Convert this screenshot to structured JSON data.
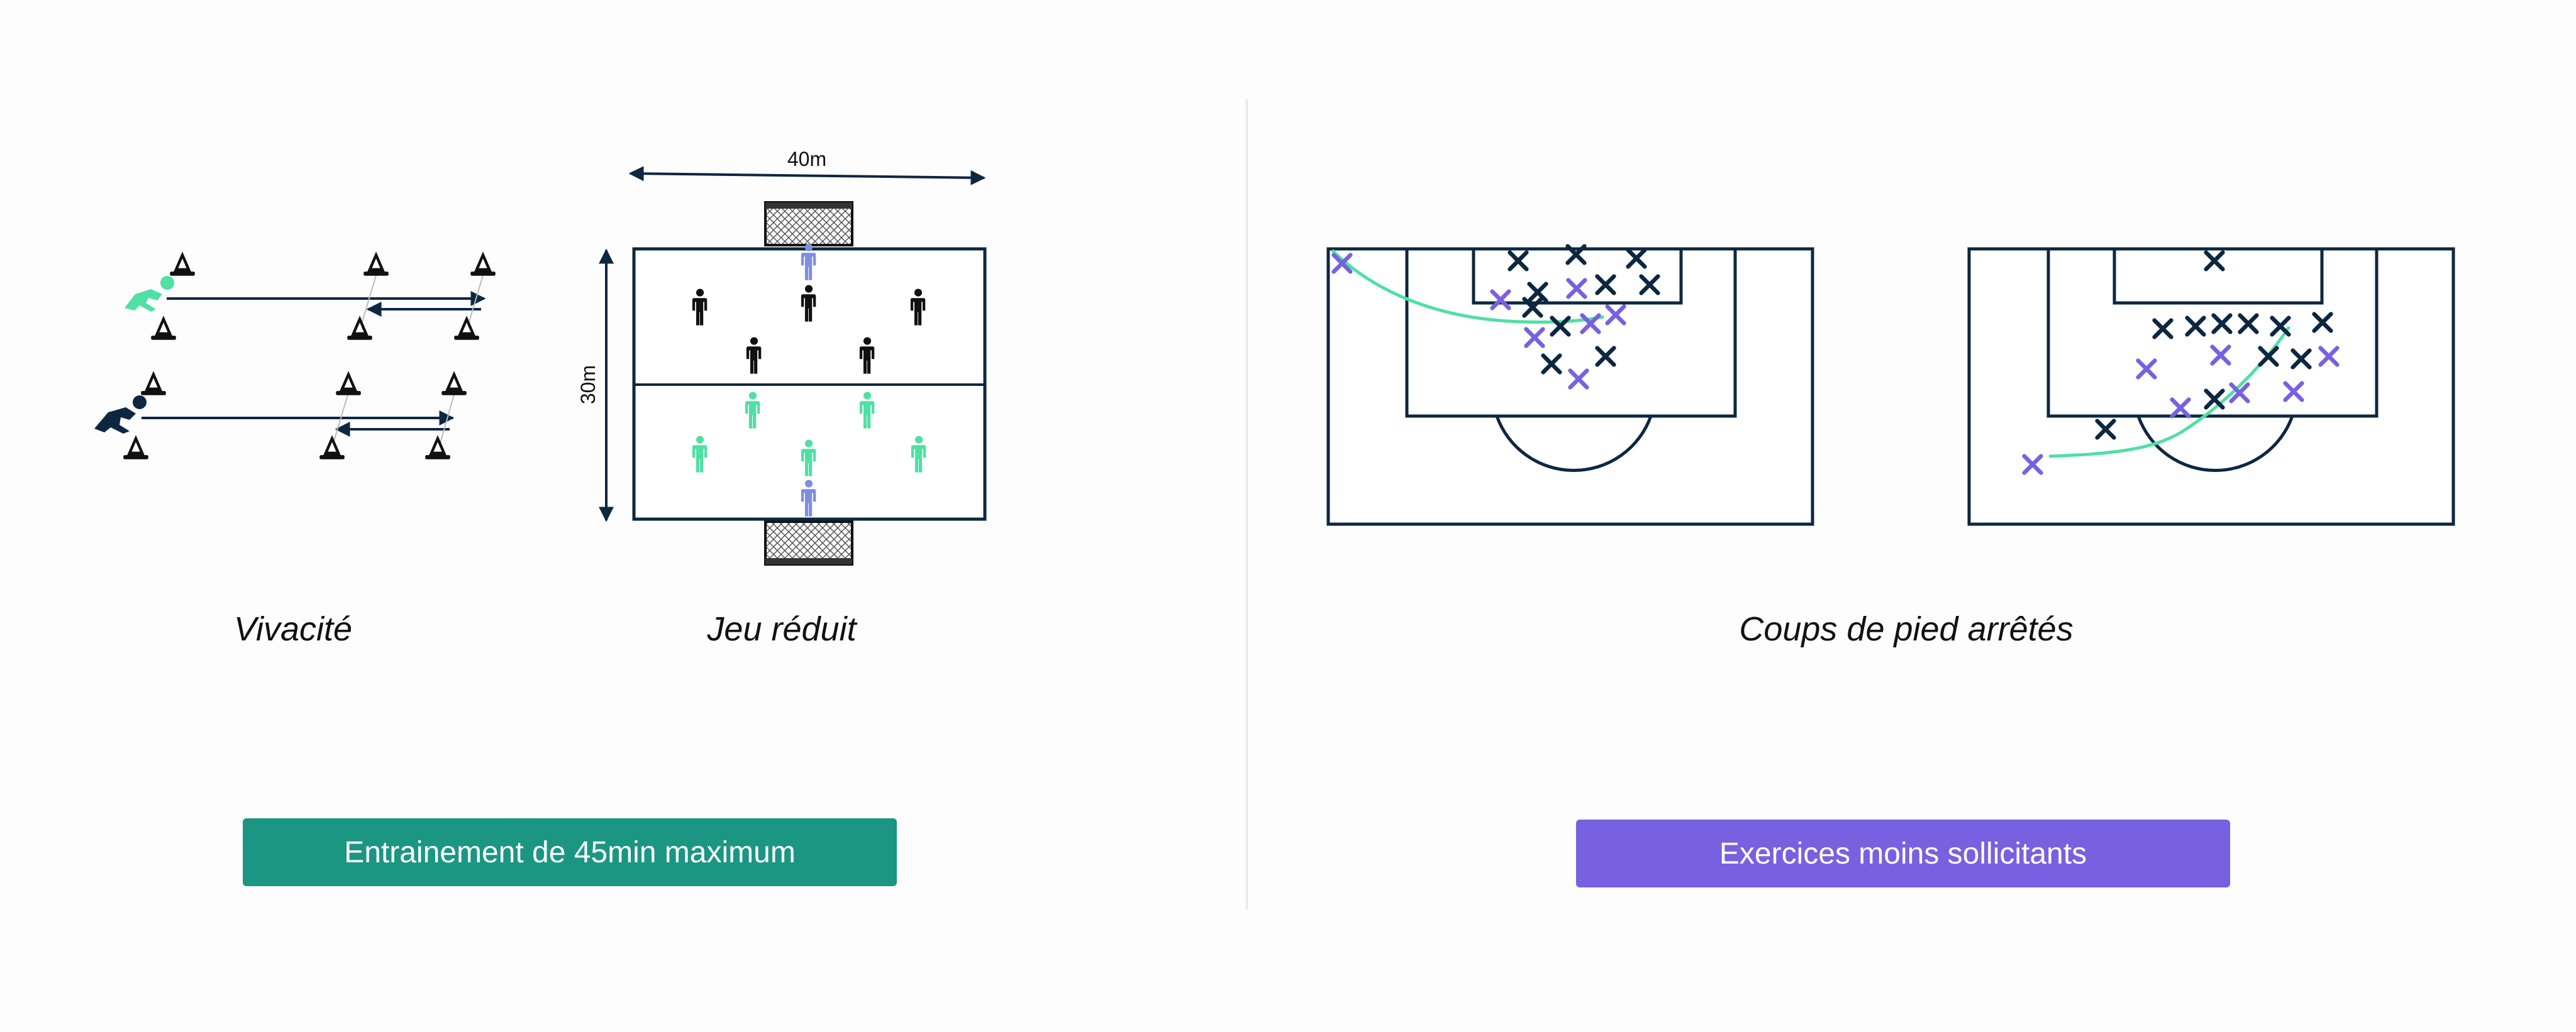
{
  "vivacite": {
    "caption": "Vivacité"
  },
  "jeu_reduit": {
    "caption": "Jeu réduit",
    "width_label": "40m",
    "height_label": "30m"
  },
  "coups_de_pied": {
    "caption": "Coups de pied arrêtés"
  },
  "buttons": {
    "left": "Entrainement de 45min maximum",
    "right": "Exercices moins sollicitants"
  },
  "colors": {
    "navy": "#0d2740",
    "green": "#4fe0a4",
    "purple": "#7761e1",
    "teal": "#1b9682",
    "blue": "#7f8ee0",
    "black": "#111111"
  },
  "icons": [
    "cone-icon",
    "sprinter-icon",
    "player-icon",
    "goal-icon",
    "cross-marker-icon",
    "arrow-icon"
  ]
}
